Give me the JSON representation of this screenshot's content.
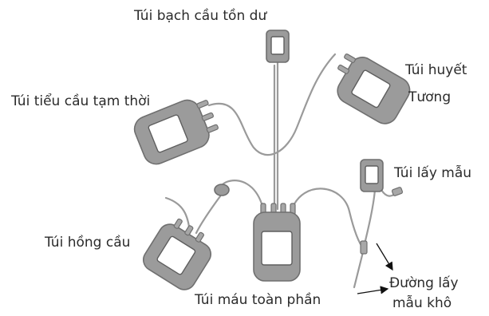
{
  "labels": {
    "leukocyte_bag": "Túi bạch cầu tồn dư",
    "plasma_bag_line1": "Túi huyết",
    "plasma_bag_line2": "Tương",
    "platelet_bag": "Túi tiểu cầu tạm thời",
    "sample_bag": "Túi lấy mẫu",
    "red_cell_bag": "Túi hồng cầu",
    "whole_blood_bag": "Túi máu toàn phần",
    "dry_line_line1": "Đường lấy",
    "dry_line_line2": "mẫu khô"
  }
}
